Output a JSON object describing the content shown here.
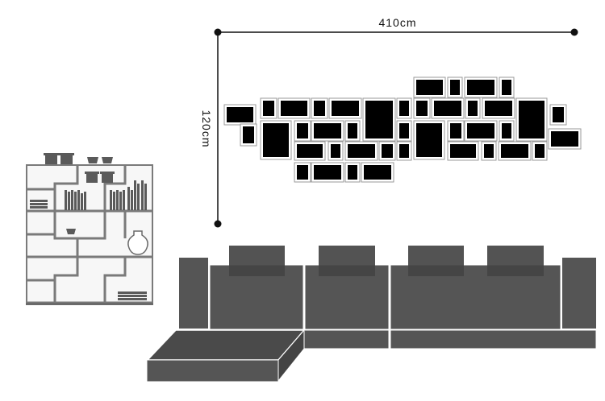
{
  "dimensions": {
    "width_label": "410cm",
    "height_label": "120cm"
  },
  "colors": {
    "frame_border": "#9a9a9a",
    "frame_fill": "#ffffff",
    "photo": "#000000",
    "sofa_dark": "#4f4f4f",
    "sofa_mid": "#5a5a5a",
    "pillow": "#3a3a3a",
    "shelf_line": "#7a7a7a",
    "shelf_back": "#f7f7f7"
  },
  "objects": [
    "photo-frame-wall",
    "bookshelf",
    "sectional-sofa"
  ]
}
